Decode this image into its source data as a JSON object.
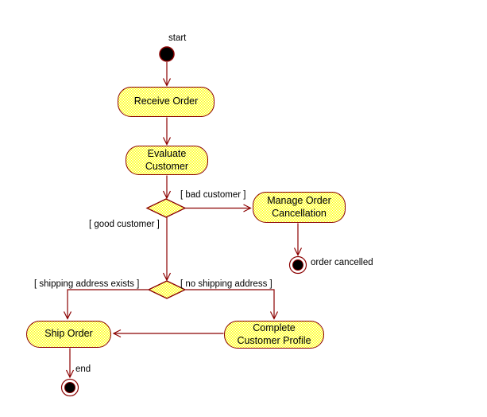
{
  "diagram": {
    "kind": "uml-activity-diagram",
    "colors": {
      "outline": "#8b0000",
      "arrow": "#8b0000",
      "activity_fill": "#ffffcc",
      "activity_fill_dot": "#ffff00",
      "text": "#000000",
      "background": "#ffffff"
    },
    "nodes": {
      "start": {
        "type": "initial",
        "label": "start"
      },
      "receive_order": {
        "type": "activity",
        "label": "Receive Order"
      },
      "evaluate_customer": {
        "type": "activity",
        "lines": [
          "Evaluate",
          "Customer"
        ]
      },
      "decision_customer": {
        "type": "decision"
      },
      "manage_order_cancellation": {
        "type": "activity",
        "lines": [
          "Manage Order",
          "Cancellation"
        ]
      },
      "order_cancelled": {
        "type": "final",
        "label": "order cancelled"
      },
      "decision_shipping": {
        "type": "decision"
      },
      "ship_order": {
        "type": "activity",
        "label": "Ship Order"
      },
      "complete_customer_profile": {
        "type": "activity",
        "lines": [
          "Complete",
          "Customer Profile"
        ]
      },
      "end": {
        "type": "final",
        "label": "end"
      }
    },
    "guards": {
      "bad_customer": "[ bad customer ]",
      "good_customer": "[ good customer ]",
      "shipping_address_exists": "[ shipping address exists ]",
      "no_shipping_address": "[ no shipping address ]"
    }
  }
}
